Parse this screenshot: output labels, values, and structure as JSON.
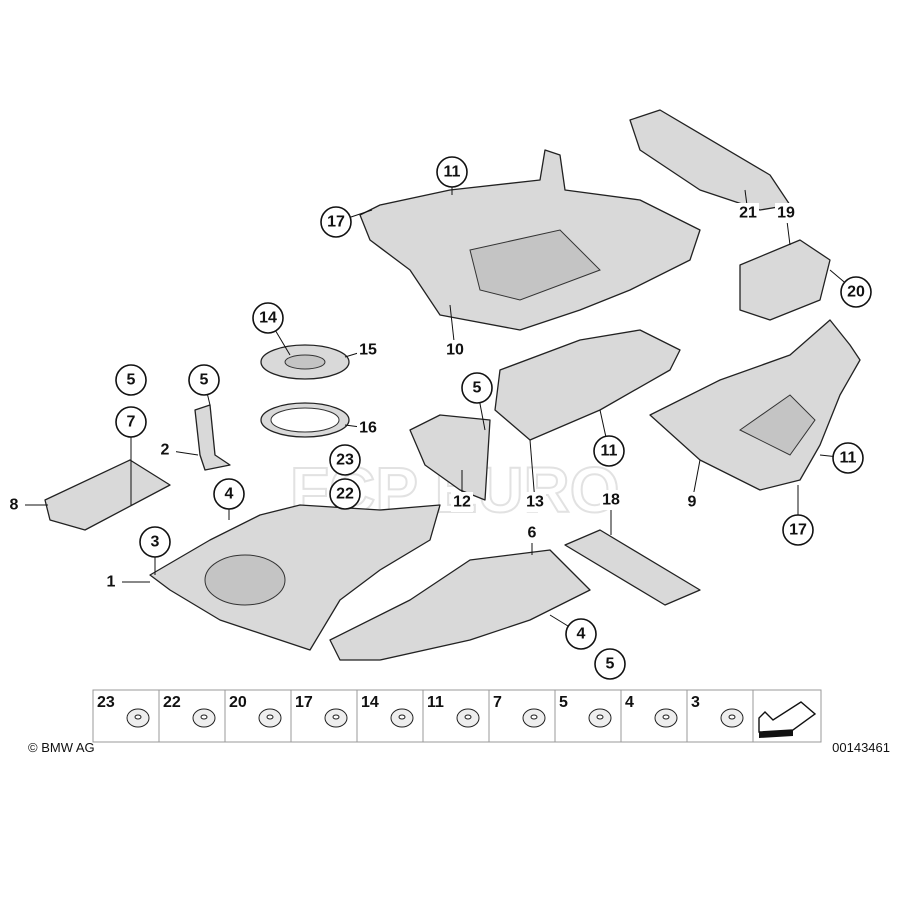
{
  "diagram": {
    "callouts": [
      "11",
      "17",
      "10",
      "21",
      "19",
      "20",
      "14",
      "15",
      "16",
      "23",
      "22",
      "5",
      "7",
      "5",
      "2",
      "8",
      "4",
      "3",
      "1",
      "5",
      "12",
      "13",
      "11",
      "9",
      "11",
      "17",
      "18",
      "6",
      "4",
      "5"
    ],
    "legend": [
      "23",
      "22",
      "20",
      "17",
      "14",
      "11",
      "7",
      "5",
      "4",
      "3"
    ],
    "copyright": "© BMW AG",
    "diagram_number": "00143461",
    "watermark": "FCP EURO"
  }
}
